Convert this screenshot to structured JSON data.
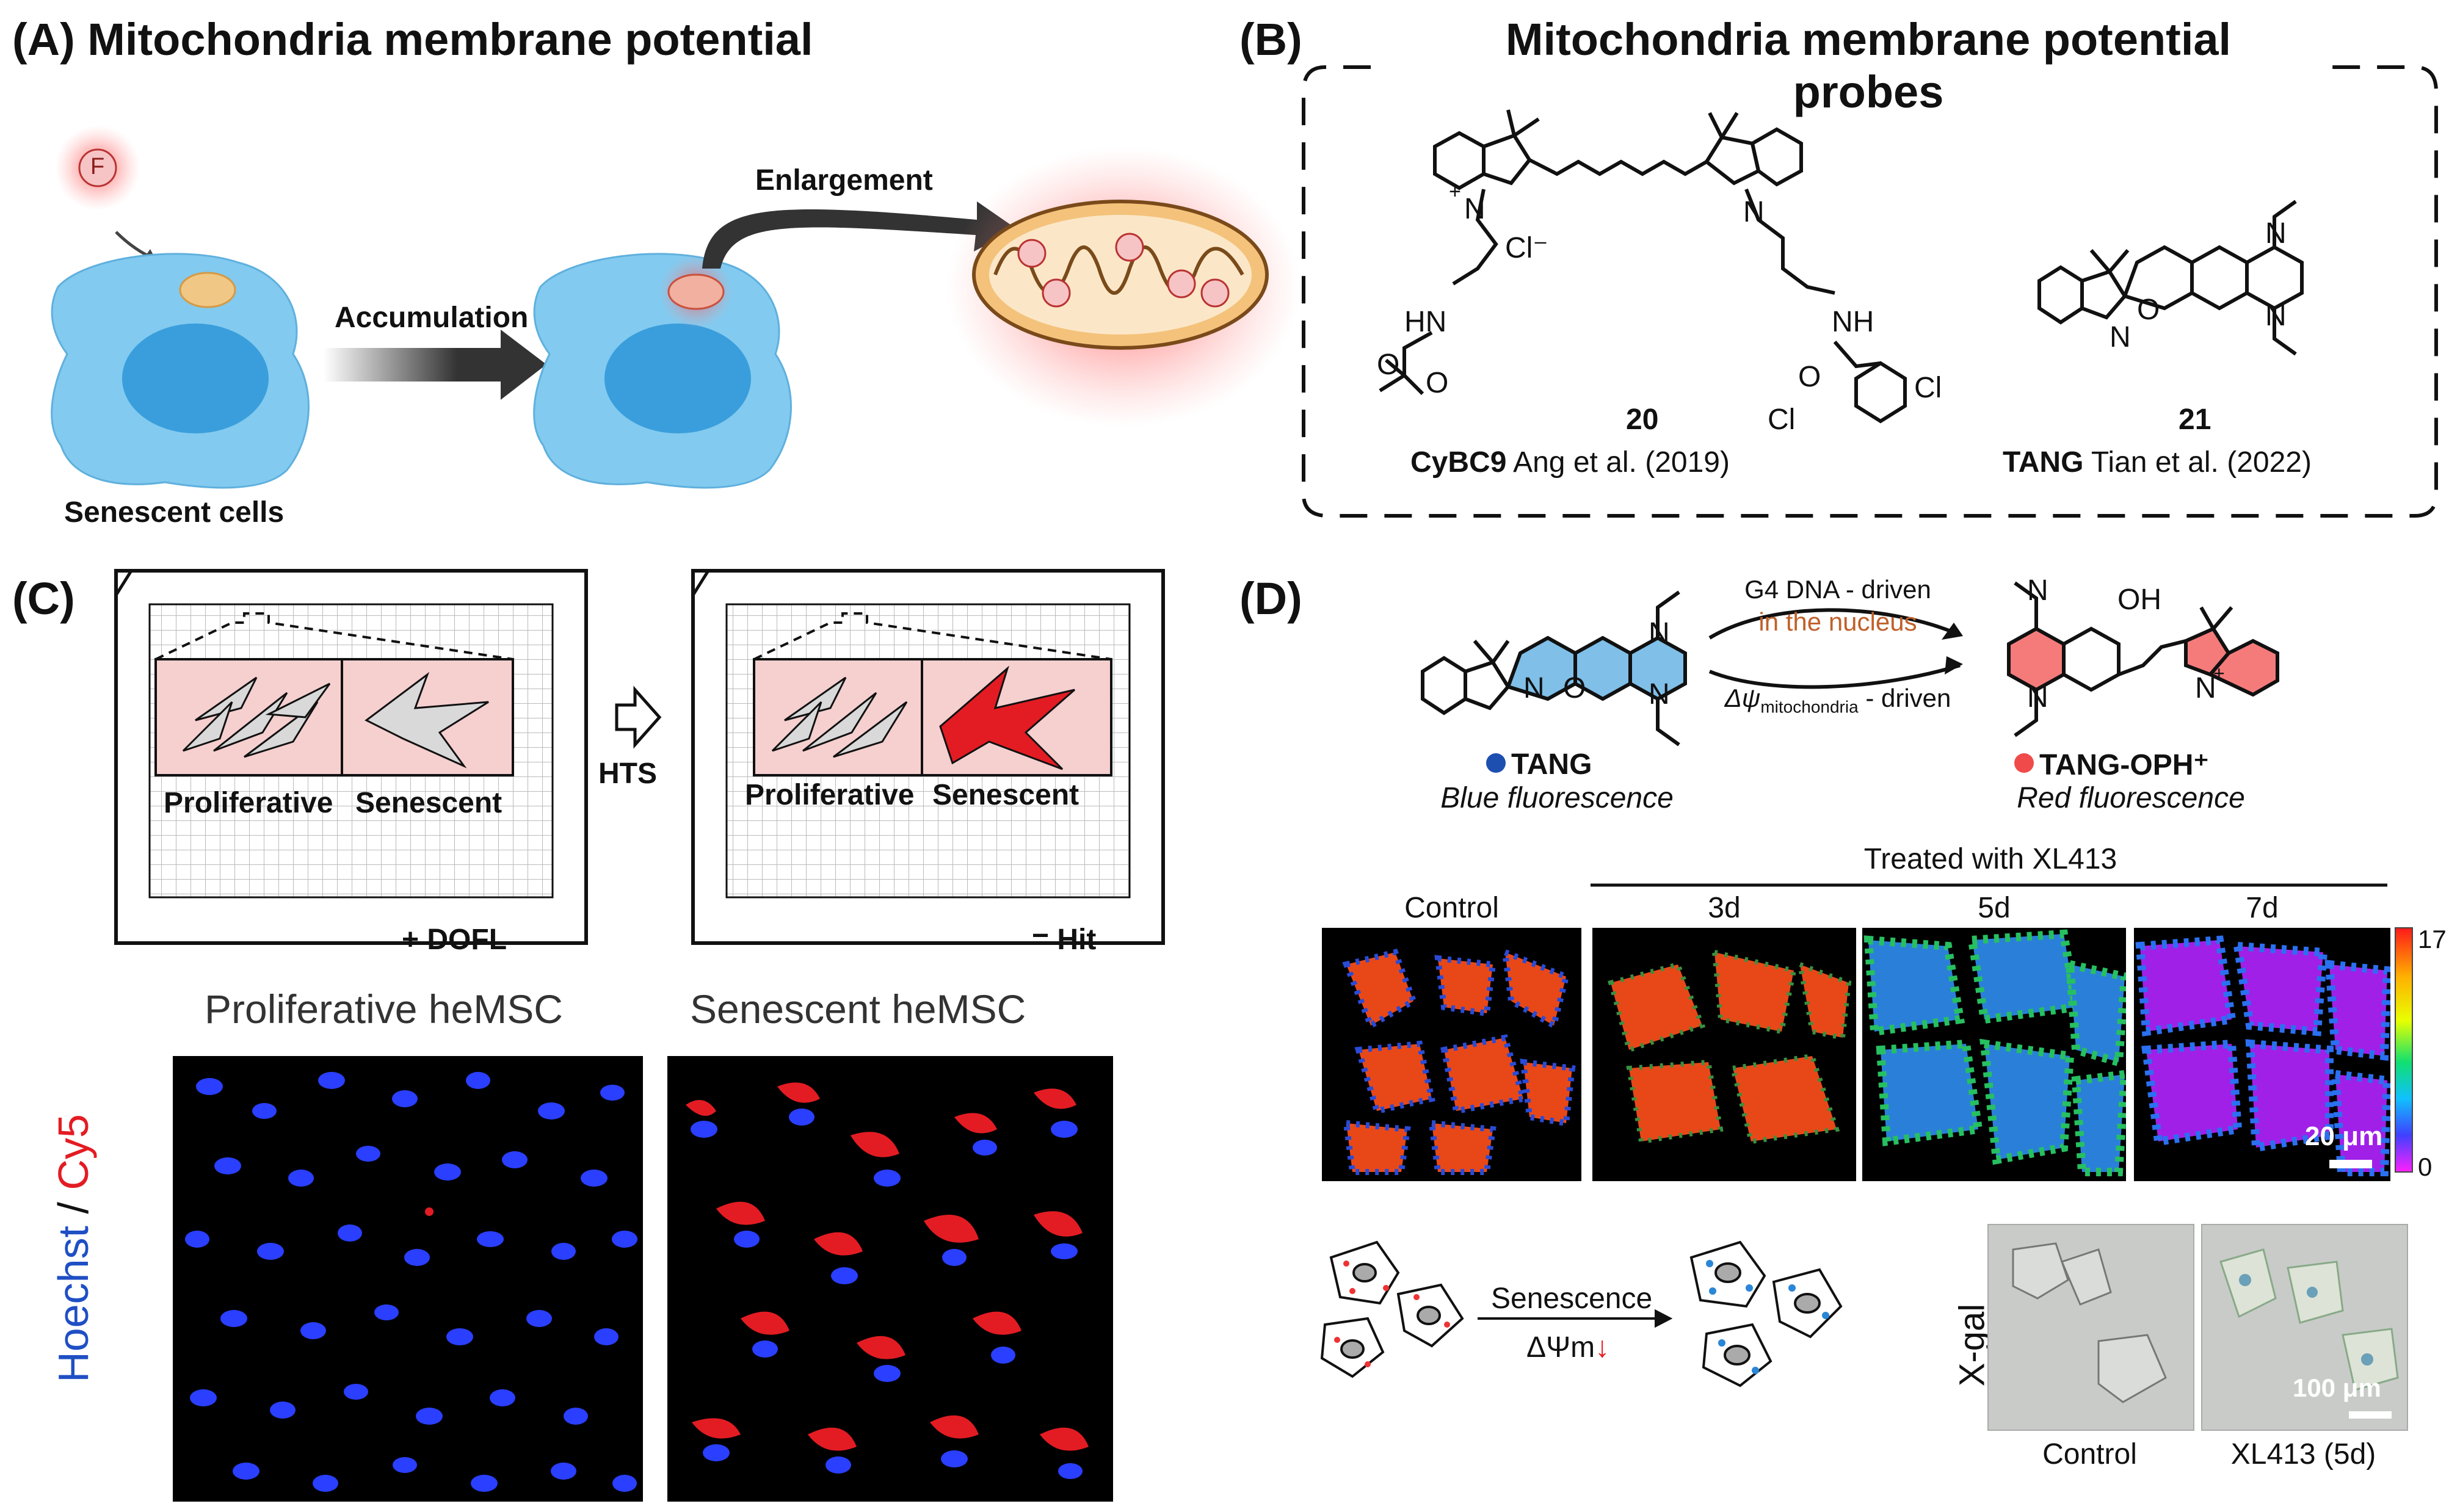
{
  "panel_a": {
    "title": "(A) Mitochondria membrane potential",
    "probe_letter": "F",
    "accumulation": "Accumulation",
    "enlargement": "Enlargement",
    "senescent_cells": "Senescent cells"
  },
  "panel_b": {
    "title_prefix": "(B)",
    "title_line1": "Mitochondria membrane potential",
    "title_line2": "probes",
    "cmpd20_number": "20",
    "cmpd20_name": "CyBC9",
    "cmpd20_ref": "Ang et al. (2019)",
    "cmpd21_number": "21",
    "cmpd21_name": "TANG",
    "cmpd21_ref": "Tian et al. (2022)",
    "atoms": {
      "n": "N",
      "plus": "+",
      "cl_minus": "Cl⁻",
      "cl": "Cl",
      "o": "O",
      "hn": "HN",
      "nh": "NH"
    }
  },
  "panel_c": {
    "title": "(C)",
    "proliferative": "Proliferative",
    "senescent": "Senescent",
    "hts": "HTS",
    "dofl": "+ DOFL",
    "hit": "= Hit",
    "img1_title": "Proliferative heMSC",
    "img2_title": "Senescent heMSC",
    "ylabel_hoechst": "Hoechst",
    "ylabel_slash": " / ",
    "ylabel_cy5": "Cy5"
  },
  "panel_d": {
    "title": "(D)",
    "arrow_top1": "G4 DNA - driven",
    "arrow_top2": "in the nucleus",
    "arrow_bottom_sym": "Δψ",
    "arrow_bottom_sub": "mitochondria",
    "arrow_bottom_end": " - driven",
    "tang": "TANG",
    "tang_desc": "Blue fluorescence",
    "tang_oph": "TANG-OPH⁺",
    "tang_oph_desc": "Red fluorescence",
    "treated": "Treated with XL413",
    "col_labels": [
      "Control",
      "3d",
      "5d",
      "7d"
    ],
    "colorbar_max": "17",
    "colorbar_min": "0",
    "scalebar": "20 μm",
    "senescence": "Senescence",
    "dpsi": "ΔΨm",
    "down_arrow": "↓",
    "xgal": "X-gal",
    "bf_scalebar": "100 μm",
    "bf_labels": [
      "Control",
      "XL413 (5d)"
    ],
    "atoms": {
      "n": "N",
      "o": "O",
      "oh": "OH",
      "plus": "+"
    }
  },
  "colors": {
    "cell_blue": "#7fc8ee",
    "nucleus": "#3fa3dd",
    "red_accent": "#e31c23",
    "orange_text": "#c0602a",
    "hoechst_blue": "#1f4fc4",
    "cy5_red": "#e31c23"
  }
}
